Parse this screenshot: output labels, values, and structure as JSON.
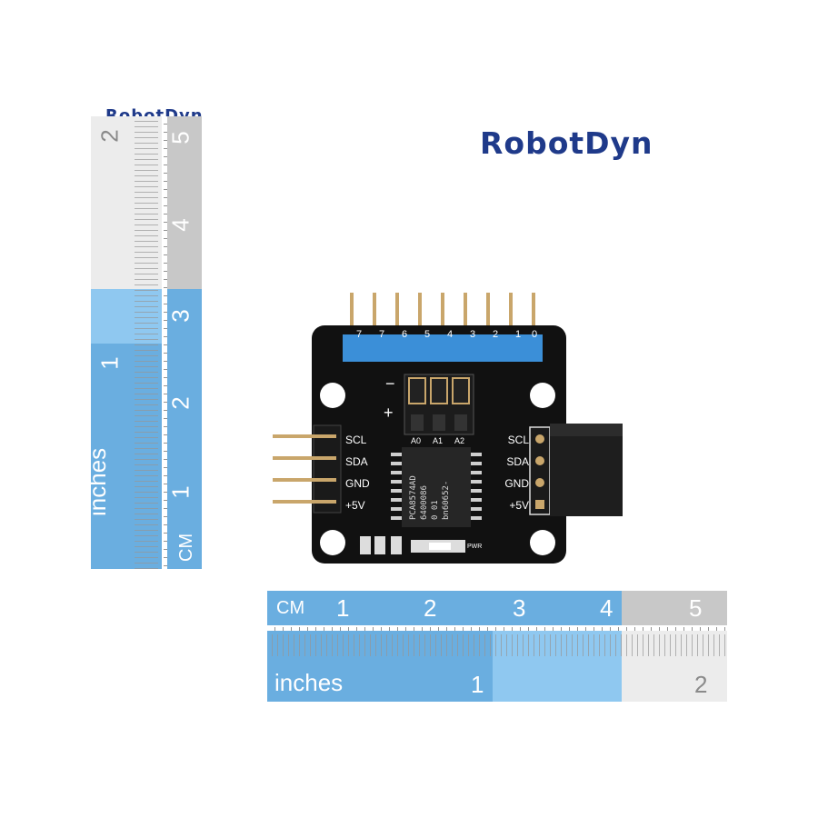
{
  "brand": {
    "main": "RobotDyn",
    "cut": "RobotDyn"
  },
  "colors": {
    "brand": "#1f3a8a",
    "ruler_blue": "#6aaee0",
    "ruler_light_blue": "#8fc8f0",
    "ruler_grey": "#c8c8c8",
    "pcb": "#111111",
    "header_blue": "#3b8fd8",
    "pin": "#c9a66b"
  },
  "rulers": {
    "vertical": {
      "inches_label": "inches",
      "cm_label": "CM",
      "inch_numbers": [
        "1",
        "2"
      ],
      "cm_numbers": [
        "1",
        "2",
        "3",
        "4",
        "5"
      ]
    },
    "horizontal": {
      "cm_label": "CM",
      "inches_label": "inches",
      "cm_numbers": [
        "1",
        "2",
        "3",
        "4",
        "5"
      ],
      "inch_numbers": [
        "1",
        "2"
      ]
    }
  },
  "board": {
    "top_pins": [
      "7",
      "7",
      "6",
      "5",
      "4",
      "3",
      "2",
      "1",
      "0"
    ],
    "address_pins": [
      "A0",
      "A1",
      "A2"
    ],
    "minus": "−",
    "plus": "+",
    "left_pins": [
      "SCL",
      "SDA",
      "GND",
      "+5V"
    ],
    "right_pins": [
      "SCL",
      "SDA",
      "GND",
      "+5V"
    ],
    "chip_lines": [
      "PCA8574AD",
      "6400086",
      "0  01",
      "bn60652-"
    ],
    "pwr": "PWR"
  }
}
